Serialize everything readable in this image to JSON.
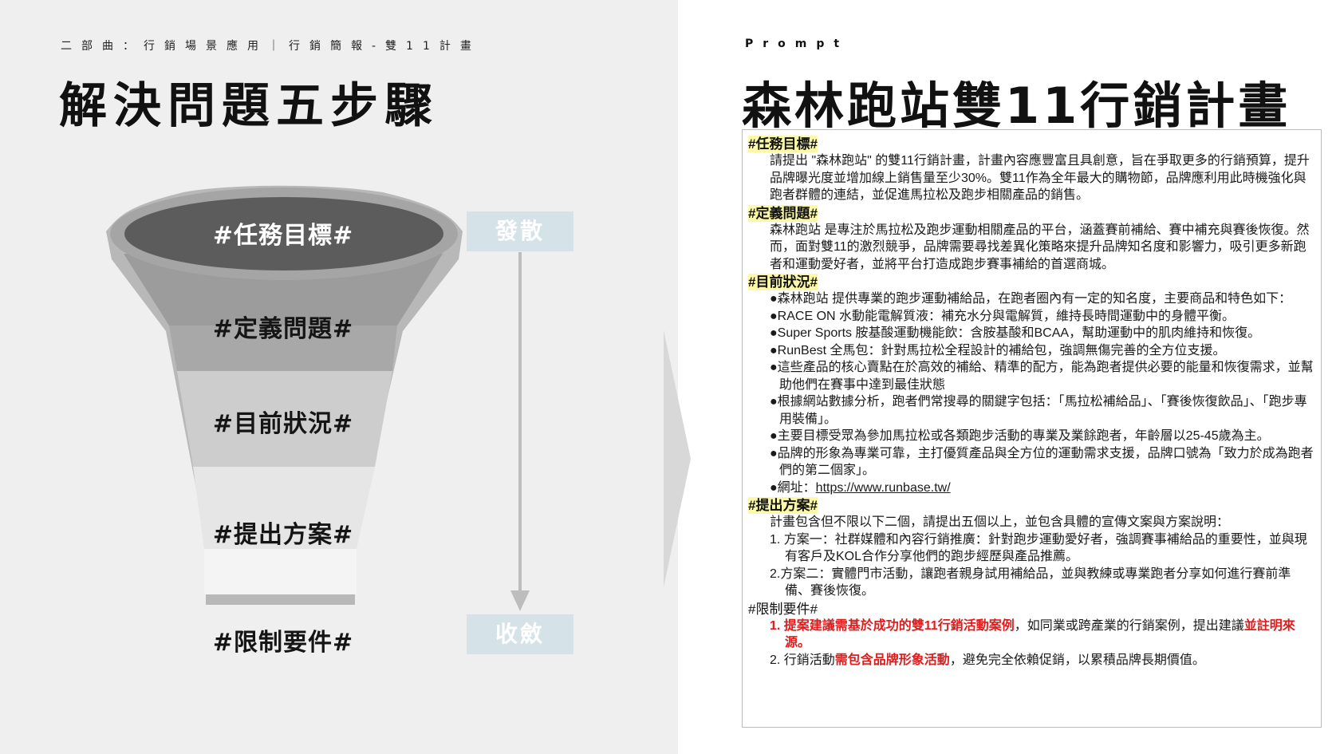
{
  "left": {
    "subtitle": "二部曲：行銷場景應用｜行銷簡報-雙11計畫",
    "title": "解決問題五步驟",
    "steps": [
      "#任務目標#",
      "#定義問題#",
      "#目前狀況#",
      "#提出方案#",
      "#限制要件#"
    ],
    "stage_top": "發散",
    "stage_bottom": "收斂"
  },
  "right": {
    "label": "Prompt",
    "title": "森林跑站雙11行銷計畫",
    "sections": {
      "goal": {
        "heading": "#任務目標#",
        "text": "請提出 \"森林跑站\" 的雙11行銷計畫，計畫內容應豐富且具創意，旨在爭取更多的行銷預算，提升品牌曝光度並增加線上銷售量至少30%。雙11作為全年最大的購物節，品牌應利用此時機強化與跑者群體的連結，並促進馬拉松及跑步相關產品的銷售。"
      },
      "problem": {
        "heading": "#定義問題#",
        "text": "森林跑站 是專注於馬拉松及跑步運動相關產品的平台，涵蓋賽前補給、賽中補充與賽後恢復。然而，面對雙11的激烈競爭，品牌需要尋找差異化策略來提升品牌知名度和影響力，吸引更多新跑者和運動愛好者，並將平台打造成跑步賽事補給的首選商城。"
      },
      "status": {
        "heading": "#目前狀況#",
        "bullets": [
          "●森林跑站 提供專業的跑步運動補給品，在跑者圈內有一定的知名度，主要商品和特色如下：",
          "●RACE ON 水動能電解質液：補充水分與電解質，維持長時間運動中的身體平衡。",
          "●Super Sports 胺基酸運動機能飲：含胺基酸和BCAA，幫助運動中的肌肉維持和恢復。",
          "●RunBest 全馬包：針對馬拉松全程設計的補給包，強調無傷完善的全方位支援。",
          "●這些產品的核心賣點在於高效的補給、精準的配方，能為跑者提供必要的能量和恢復需求，並幫助他們在賽事中達到最佳狀態",
          "●根據網站數據分析，跑者們常搜尋的關鍵字包括：「馬拉松補給品」、「賽後恢復飲品」、「跑步專用裝備」。",
          "●主要目標受眾為參加馬拉松或各類跑步活動的專業及業餘跑者，年齡層以25-45歲為主。",
          "●品牌的形象為專業可靠，主打優質產品與全方位的運動需求支援，品牌口號為「致力於成為跑者們的第二個家」。"
        ],
        "url_prefix": "●網址：",
        "url": "https://www.runbase.tw/"
      },
      "solution": {
        "heading": "#提出方案#",
        "intro": "計畫包含但不限以下二個，請提出五個以上，並包含具體的宣傳文案與方案說明：",
        "items": [
          "1. 方案一：社群媒體和內容行銷推廣：針對跑步運動愛好者，強調賽事補給品的重要性，並與現有客戶及KOL合作分享他們的跑步經歷與產品推薦。",
          "2.方案二：實體門市活動，讓跑者親身試用補給品，並與教練或專業跑者分享如何進行賽前準備、賽後恢復。"
        ]
      },
      "constraints": {
        "heading": "#限制要件#",
        "item1_red": "1. 提案建議需基於成功的雙11行銷活動案例",
        "item1_normal": "，如同業或跨產業的行銷案例，提出建議",
        "item1_red_end": "並註明來源。",
        "item2_prefix": "2. 行銷活動",
        "item2_red": "需包含品牌形象活動",
        "item2_suffix": "，避免完全依賴促銷，以累積品牌長期價值。"
      }
    }
  }
}
